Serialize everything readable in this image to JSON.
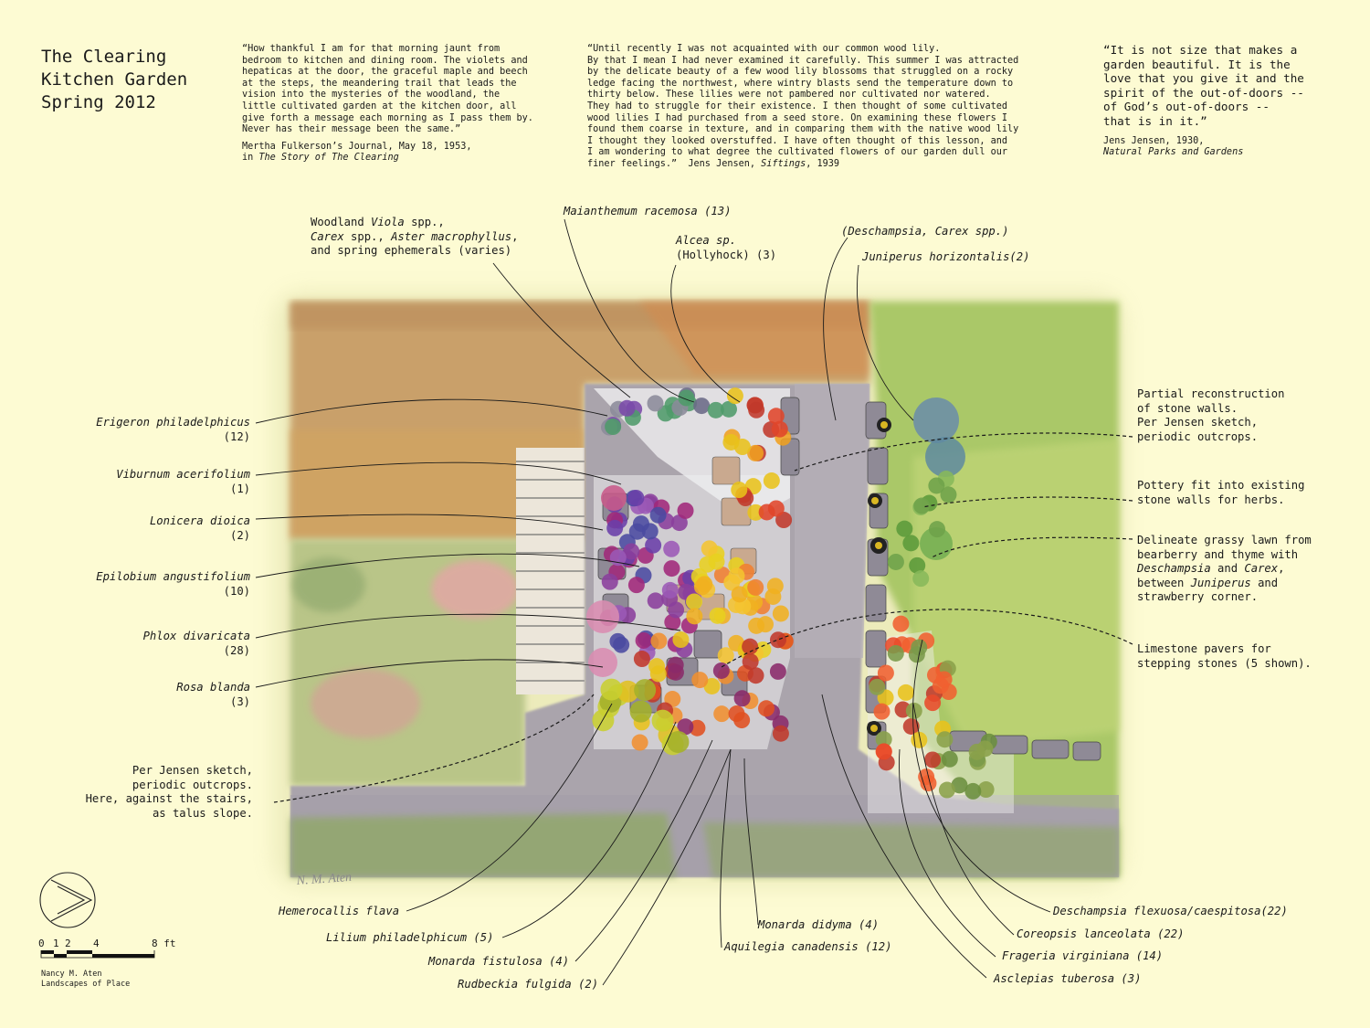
{
  "title": "The Clearing\nKitchen Garden\nSpring 2012",
  "quote1": {
    "text": "“How thankful I am for that morning jaunt from\nbedroom to kitchen and dining room.  The violets and\nhepaticas at the door, the graceful maple and beech\nat the steps, the meandering trail that leads the\nvision into the mysteries of the woodland, the\nlittle cultivated garden at the kitchen door, all\ngive forth a message each morning as I pass them by.\nNever has their message been the same.”",
    "cite1": "Mertha Fulkerson’s Journal, May 18, 1953,",
    "cite2_prefix": "in ",
    "cite2_title": "The Story of The Clearing"
  },
  "quote2": {
    "text": "“Until recently I was not acquainted with our common wood lily.\nBy that I mean I had never examined it carefully.  This summer I was attracted\nby the delicate beauty of a few wood lily blossoms that struggled on a rocky\nledge facing the northwest, where wintry blasts send the temperature down to\nthirty below.  These lilies were not pambered nor cultivated nor watered.\nThey had to struggle for their existence.  I then thought of some cultivated\nwood lilies I had purchased from a seed store.  On examining these flowers I\nfound them coarse in texture, and in comparing them with the native wood lily\nI thought they looked overstuffed.  I have often thought of this lesson, and\nI am wondering to what degree the cultivated flowers of our garden dull our",
    "last_prefix": "finer feelings.”  Jens Jensen, ",
    "last_title": "Siftings",
    "last_suffix": ", 1939"
  },
  "quote3": {
    "text": "“It is not size that makes a\ngarden beautiful.  It is the\nlove that you give it and the\nspirit of the out-of-doors --\nof God’s out-of-doors --\nthat is in it.”",
    "cite1": "Jens Jensen, 1930,",
    "cite2": "Natural Parks and Gardens"
  },
  "top_labels": {
    "woodland_l1_prefix": "Woodland ",
    "woodland_l1_it": "Viola",
    "woodland_l1_suffix": " spp.,",
    "woodland_l2_it1": "Carex",
    "woodland_l2_mid": " spp., ",
    "woodland_l2_it2": "Aster macrophyllus",
    "woodland_l2_suffix": ",",
    "woodland_l3": "and spring ephemerals (varies)",
    "maianthemum": "Maianthemum racemosa (13)",
    "alcea_l1": "Alcea sp.",
    "alcea_l2": "(Hollyhock) (3)",
    "deschampsia_carex": "(Deschampsia, Carex spp.)",
    "juniperus": "Juniperus horizontalis(2)"
  },
  "left_labels": [
    {
      "name": "Erigeron philadelphicus",
      "count": "(12)"
    },
    {
      "name": "Viburnum acerifolium",
      "count": "(1)"
    },
    {
      "name": "Lonicera dioica",
      "count": "(2)"
    },
    {
      "name": "Epilobium angustifolium",
      "count": "(10)"
    },
    {
      "name": "Phlox divaricata",
      "count": "(28)"
    },
    {
      "name": "Rosa blanda",
      "count": "(3)"
    }
  ],
  "left_note": "Per Jensen sketch,\nperiodic outcrops.\nHere, against the stairs,\nas talus slope.",
  "right_notes": {
    "walls": "Partial reconstruction\nof stone walls.\nPer Jensen sketch,\nperiodic outcrops.",
    "pottery": "Pottery fit into existing\nstone walls for herbs.",
    "lawn_l1": "Delineate grassy lawn from",
    "lawn_l2": "bearberry and thyme with",
    "lawn_l3_it": "Deschampsia",
    "lawn_l3_suffix": " and ",
    "lawn_l3_it2": "Carex",
    "lawn_l3_end": ",",
    "lawn_l4_prefix": "between ",
    "lawn_l4_it": "Juniperus",
    "lawn_l4_suffix": " and",
    "lawn_l5": "strawberry corner.",
    "pavers": "Limestone pavers for\nstepping stones (5 shown)."
  },
  "bottom_labels": {
    "hemerocallis": "Hemerocallis flava",
    "lilium": "Lilium philadelphicum (5)",
    "monarda_fistulosa": "Monarda fistulosa (4)",
    "rudbeckia": "Rudbeckia fulgida (2)",
    "monarda_didyma": "Monarda didyma (4)",
    "aquilegia": "Aquilegia canadensis (12)",
    "deschampsia": "Deschampsia flexuosa/caespitosa(22)",
    "coreopsis": "Coreopsis lanceolata (22)",
    "frageria": "Frageria virginiana (14)",
    "asclepias": "Asclepias tuberosa (3)"
  },
  "scale": {
    "ticks": [
      "0",
      "1",
      "2",
      "4",
      "8 ft"
    ]
  },
  "credit": "Nancy M. Aten\nLandscapes of Place",
  "colors": {
    "background": "#fdfbd3",
    "stone": "#a9a3aa",
    "lawn": "#a8c860",
    "terrace": "#c9a56c"
  }
}
